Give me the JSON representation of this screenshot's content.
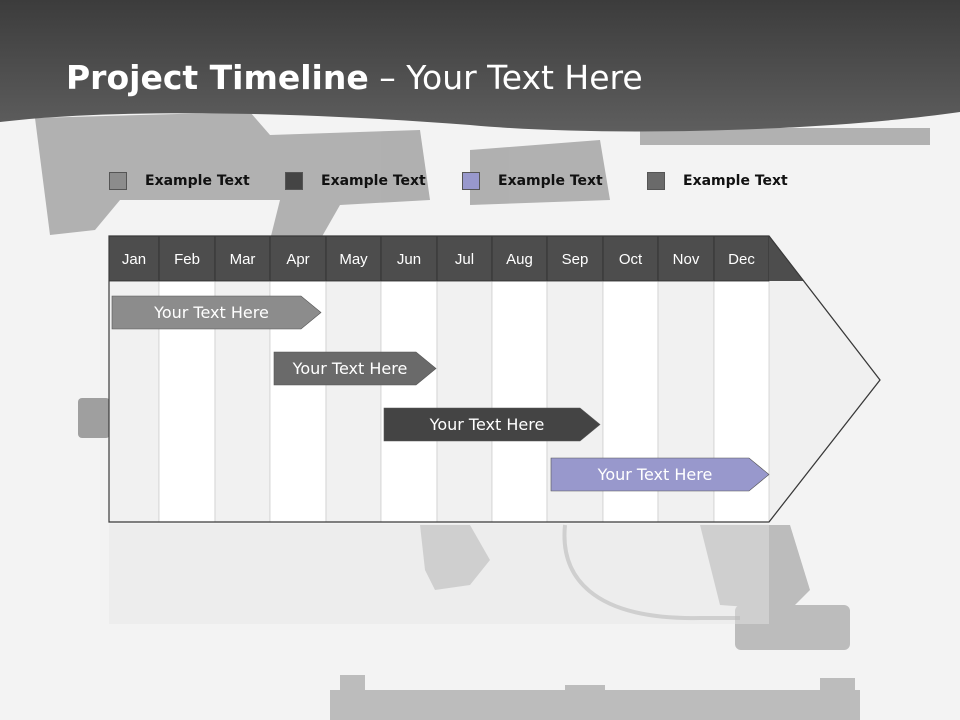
{
  "title": {
    "bold": "Project Timeline",
    "rest": " – Your Text Here"
  },
  "legend": [
    {
      "label": "Example Text",
      "color": "#8c8c8c"
    },
    {
      "label": "Example Text",
      "color": "#444444"
    },
    {
      "label": "Example Text",
      "color": "#9898cc"
    },
    {
      "label": "Example Text",
      "color": "#6a6a6a"
    }
  ],
  "months": [
    "Jan",
    "Feb",
    "Mar",
    "Apr",
    "May",
    "Jun",
    "Jul",
    "Aug",
    "Sep",
    "Oct",
    "Nov",
    "Dec"
  ],
  "tasks": [
    {
      "label": "Your  Text Here",
      "start_month": "Jan",
      "end_month": "Apr",
      "color": "#8c8c8c"
    },
    {
      "label": "Your  Text Here",
      "start_month": "Apr",
      "end_month": "Jun",
      "color": "#6a6a6a"
    },
    {
      "label": "Your  Text Here",
      "start_month": "Jun",
      "end_month": "Sep",
      "color": "#444444"
    },
    {
      "label": "Your  Text Here",
      "start_month": "Sep",
      "end_month": "Dec",
      "color": "#9898cc"
    }
  ],
  "colors": {
    "header_band": "#4a4a4a",
    "month_header": "#4d4d4d",
    "column_shade": "#f1f1f1"
  }
}
